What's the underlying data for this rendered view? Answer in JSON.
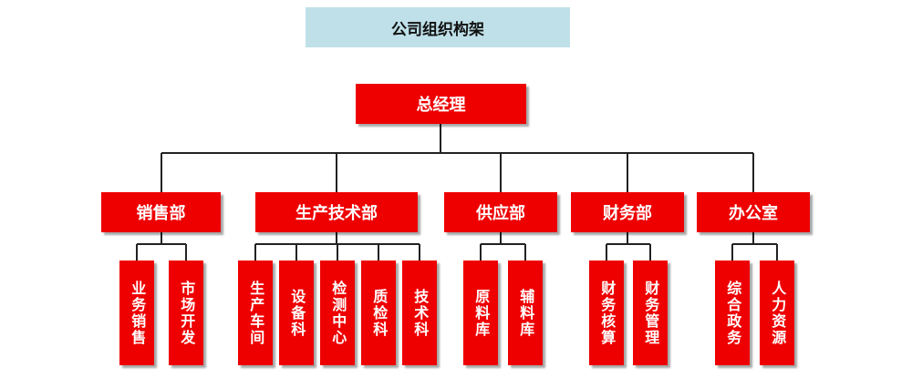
{
  "title": "公司组织构架",
  "root": {
    "label": "总经理"
  },
  "departments": [
    {
      "label": "销售部",
      "subs": [
        "业务销售",
        "市场开发"
      ]
    },
    {
      "label": "生产技术部",
      "subs": [
        "生产车间",
        "设备科",
        "检测中心",
        "质检科",
        "技术科"
      ]
    },
    {
      "label": "供应部",
      "subs": [
        "原料库",
        "辅料库"
      ]
    },
    {
      "label": "财务部",
      "subs": [
        "财务核算",
        "财务管理"
      ]
    },
    {
      "label": "办公室",
      "subs": [
        "综合政务",
        "人力资源"
      ]
    }
  ],
  "colors": {
    "box": "#ee0000",
    "title_bg": "#bfe0e8",
    "line": "#222222"
  }
}
